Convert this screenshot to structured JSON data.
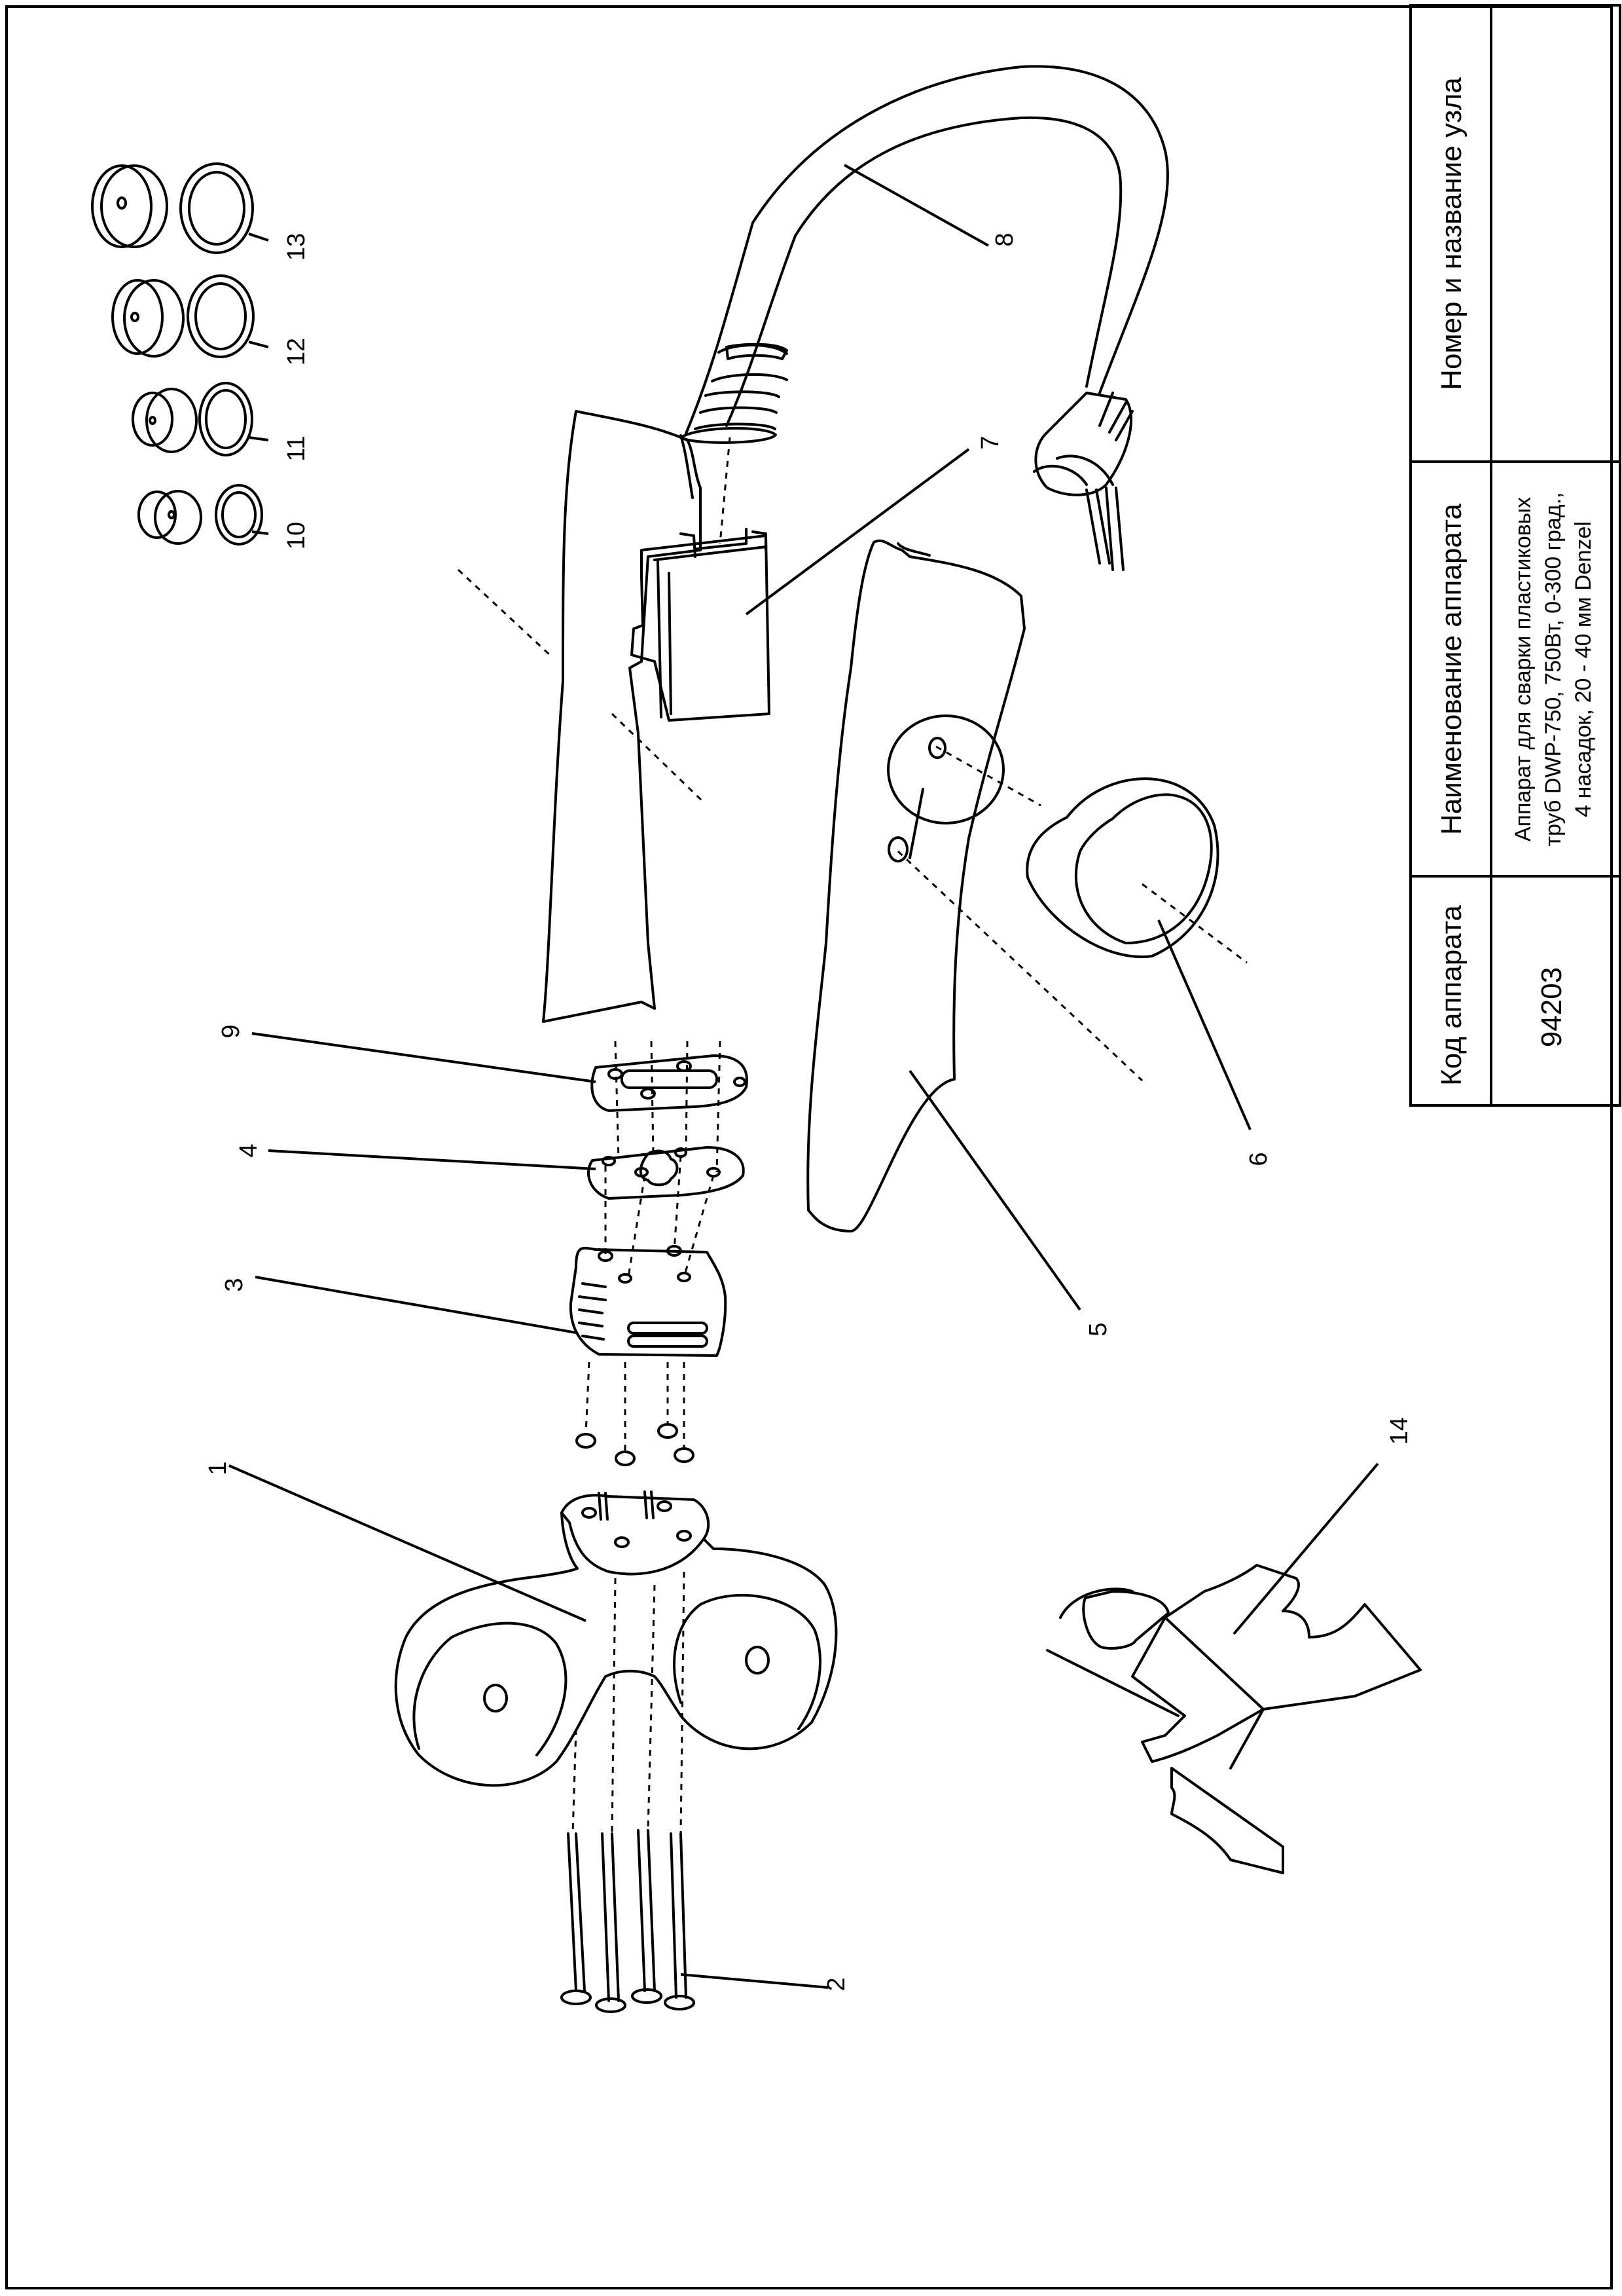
{
  "table": {
    "header_code": "Код аппарата",
    "header_name": "Наименование аппарата",
    "header_unit": "Номер и название узла",
    "code": "94203",
    "name_line1": "Аппарат для сварки пластиковых",
    "name_line2": "труб DWP-750, 750Вт, 0-300 град.,",
    "name_line3": "4 насадок, 20 - 40 мм Denzel",
    "unit": ""
  },
  "labels": {
    "p1": "1",
    "p2": "2",
    "p3": "3",
    "p4": "4",
    "p5": "5",
    "p6": "6",
    "p7": "7",
    "p8": "8",
    "p9": "9",
    "p10": "10",
    "p11": "11",
    "p12": "12",
    "p13": "13",
    "p14": "14"
  }
}
